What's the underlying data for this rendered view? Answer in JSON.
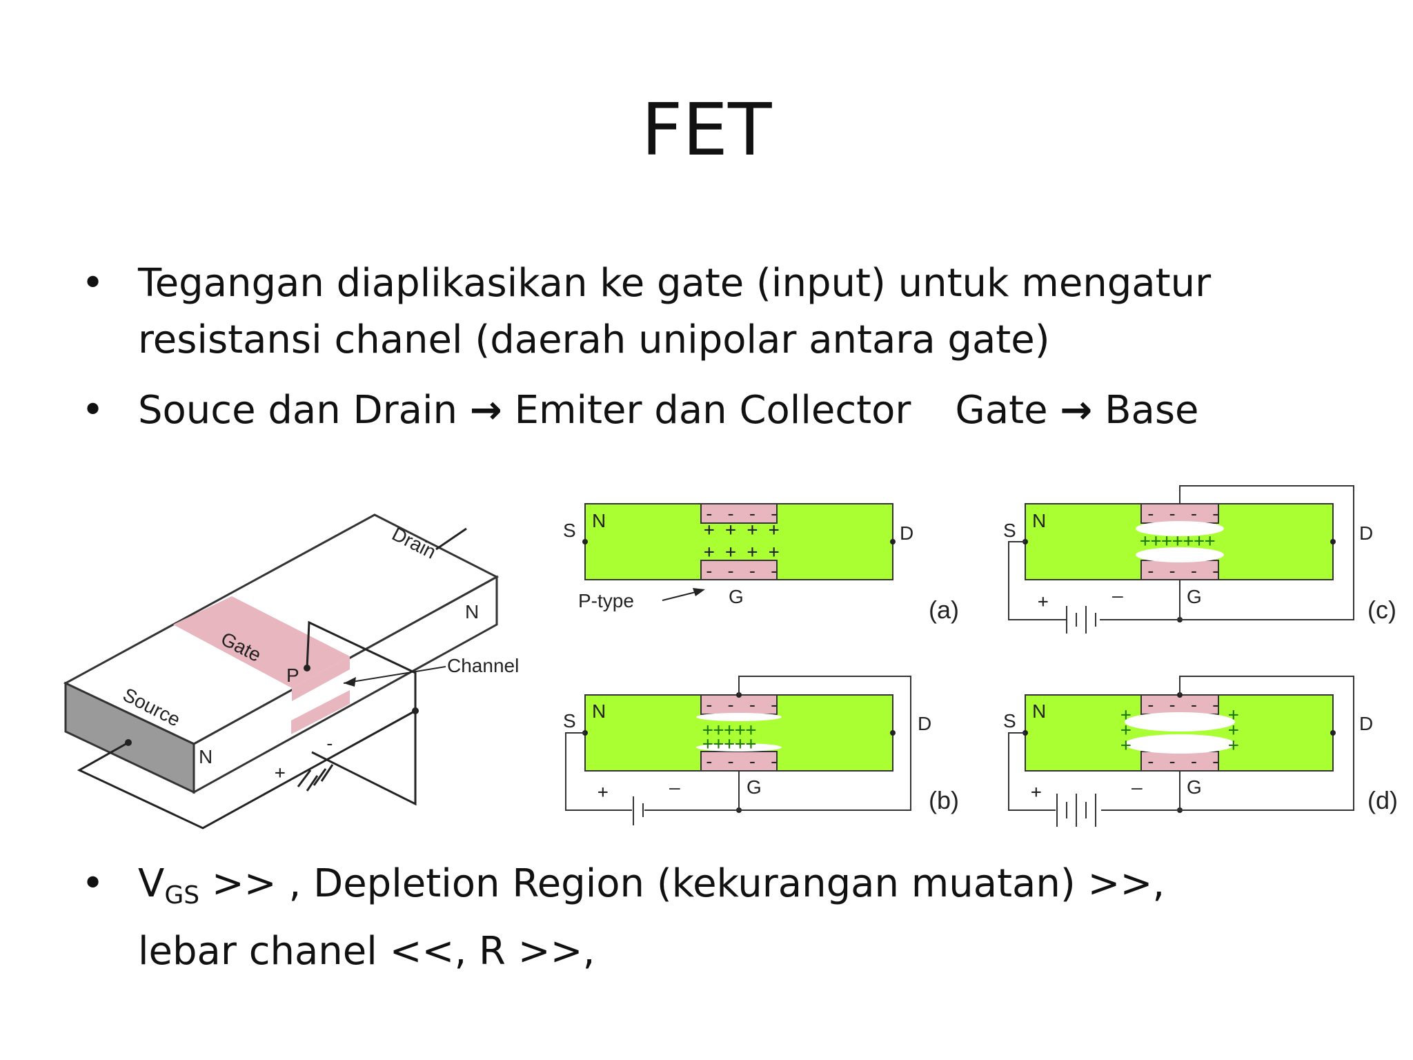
{
  "title": "FET",
  "bullets": [
    {
      "marker": "•",
      "line1": "Tegangan diaplikasikan ke gate (input) untuk mengatur",
      "line2": "resistansi chanel (daerah unipolar antara gate)"
    },
    {
      "marker": "•",
      "part1": "Souce dan Drain",
      "arrow1": "→",
      "part2": "Emiter dan Collector",
      "part3": "Gate",
      "arrow2": "→",
      "part4": "Base"
    },
    {
      "marker": "•",
      "v": "V",
      "v_sub": "GS",
      "line1_rest": " >> , Depletion Region (kekurangan muatan)  >>,",
      "line2": "lebar chanel <<, R >>,"
    }
  ],
  "figure3d": {
    "drain": "Drain",
    "gate": "Gate",
    "source": "Source",
    "n_right": "N",
    "n_bottom": "N",
    "p": "P",
    "channel": "Channel",
    "plus": "+",
    "minus": "-"
  },
  "panels": {
    "s": "S",
    "n": "N",
    "d": "D",
    "g": "G",
    "p_type": "P-type",
    "plus": "+",
    "minus": "–",
    "a": "(a)",
    "b": "(b)",
    "c": "(c)",
    "d_label": "(d)"
  },
  "colors": {
    "channel_green": "#aaff33",
    "gate_pink": "#e8b6bf",
    "source_gray": "#9a9a9a"
  }
}
